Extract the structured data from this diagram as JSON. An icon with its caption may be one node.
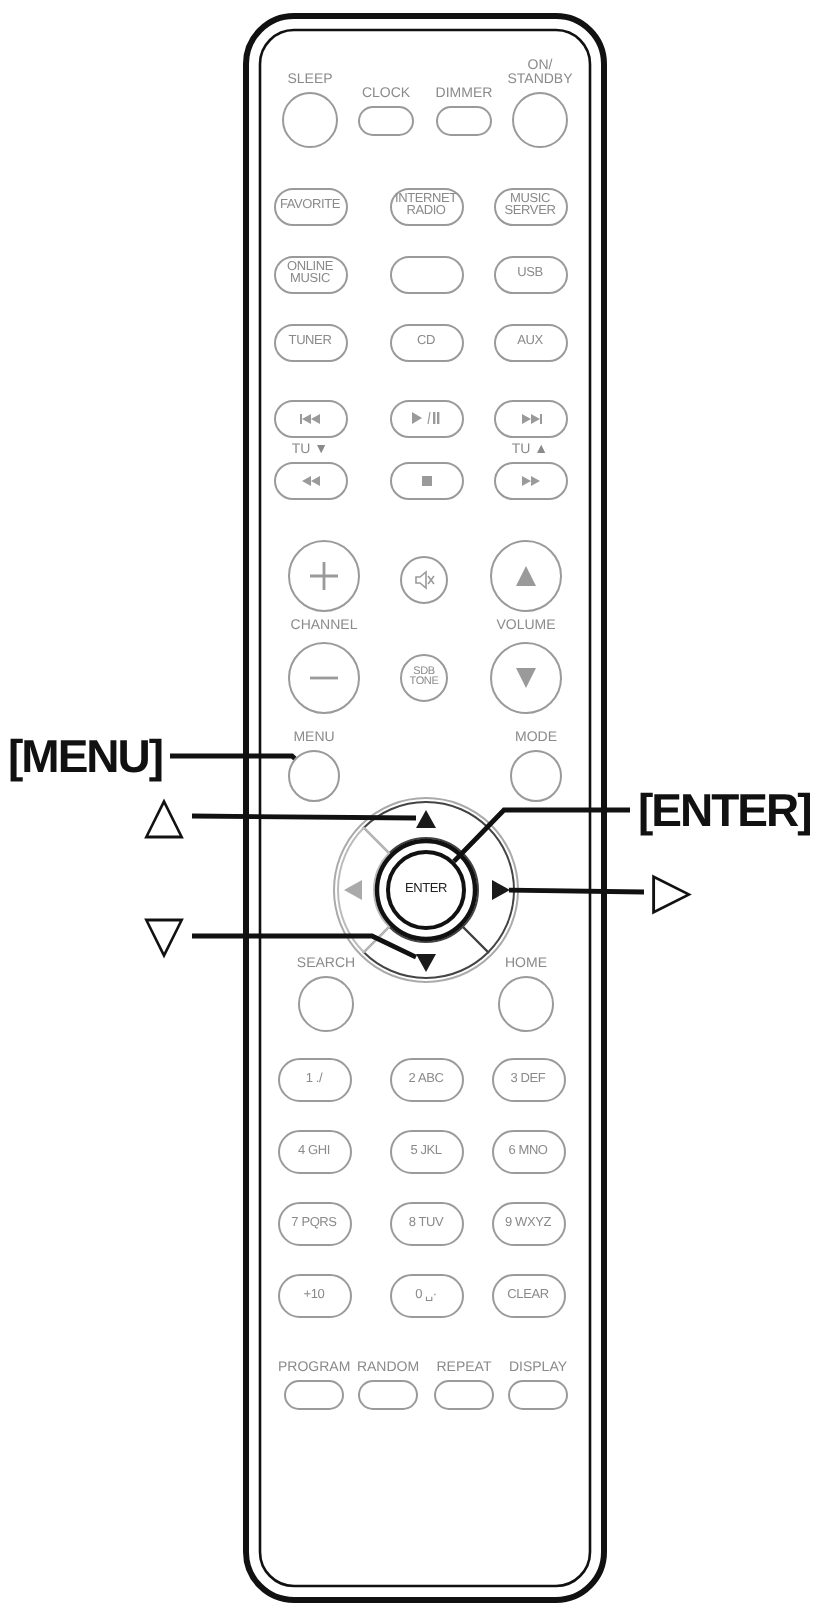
{
  "diagram": {
    "nodes": [
      {
        "text": [],
        "shape": "circle",
        "beside": [
          "SLEEP"
        ]
      },
      {
        "text": [],
        "shape": "oval",
        "beside": [
          "CLOCK"
        ]
      },
      {
        "text": [],
        "shape": "oval",
        "beside": [
          "DIMMER"
        ]
      },
      {
        "text": [],
        "shape": "circle",
        "beside": [
          "ON/ STANDBY"
        ]
      },
      {
        "text": [
          "FAVORITE"
        ]
      },
      {
        "text": [
          "INTERNET RADIO"
        ]
      },
      {
        "text": [
          "MUSIC SERVER"
        ]
      },
      {
        "text": [
          "ONLINE MUSIC"
        ]
      },
      {
        "text": [],
        "shape": "oval"
      },
      {
        "text": [
          "USB"
        ]
      },
      {
        "text": [
          "TUNER"
        ]
      },
      {
        "text": [
          "CD"
        ]
      },
      {
        "text": [
          "AUX"
        ]
      },
      {
        "text": [],
        "shape": "oval"
      },
      {
        "text": [],
        "shape": "oval"
      },
      {
        "text": [],
        "shape": "oval"
      },
      {
        "text": [],
        "shape": "oval",
        "beside": [
          "TU ▼"
        ]
      },
      {
        "text": [],
        "shape": "oval"
      },
      {
        "text": [],
        "shape": "oval",
        "beside": [
          "TU ▲"
        ]
      },
      {
        "text": [],
        "shape": "circle"
      },
      {
        "text": [],
        "shape": "circle"
      },
      {
        "text": [],
        "shape": "circle"
      },
      {
        "text": [],
        "shape": "circle"
      },
      {
        "text": [
          "SDB TONE"
        ]
      },
      {
        "text": [],
        "shape": "circle"
      },
      {
        "text": [],
        "shape": "circle",
        "beside": [
          "MENU"
        ]
      },
      {
        "text": [],
        "shape": "circle",
        "beside": [
          "MODE"
        ]
      },
      {
        "text": [
          "[MENU]"
        ]
      },
      {
        "text": [
          "△"
        ]
      },
      {
        "text": [],
        "shape": "triangle"
      },
      {
        "text": [
          "[ENTER]"
        ]
      },
      {
        "text": [],
        "shape": "triangle"
      },
      {
        "text": [
          "ENTER"
        ]
      },
      {
        "text": [],
        "shape": "triangle"
      },
      {
        "text": [
          "▷"
        ]
      },
      {
        "text": [
          "▽"
        ]
      },
      {
        "text": [],
        "shape": "triangle"
      },
      {
        "text": [],
        "shape": "circle",
        "beside": [
          "SEARCH"
        ]
      },
      {
        "text": [],
        "shape": "circle",
        "beside": [
          "HOME"
        ]
      },
      {
        "text": [
          "1 ./"
        ]
      },
      {
        "text": [
          "2 ABC"
        ]
      },
      {
        "text": [
          "3 DEF"
        ]
      },
      {
        "text": [
          "4 GHI"
        ]
      },
      {
        "text": [
          "5 JKL"
        ]
      },
      {
        "text": [
          "6 MNO"
        ]
      },
      {
        "text": [
          "7 PQRS"
        ]
      },
      {
        "text": [
          "8 TUV"
        ]
      },
      {
        "text": [
          "9 WXYZ"
        ]
      },
      {
        "text": [
          "+10"
        ]
      },
      {
        "text": [
          "0 ␣·"
        ]
      },
      {
        "text": [
          "CLEAR"
        ]
      },
      {
        "text": [],
        "shape": "oval",
        "beside": [
          "PROGRAM"
        ]
      },
      {
        "text": [],
        "shape": "oval",
        "beside": [
          "RANDOM"
        ]
      },
      {
        "text": [],
        "shape": "oval",
        "beside": [
          "REPEAT"
        ]
      },
      {
        "text": [],
        "shape": "oval",
        "beside": [
          "DISPLAY"
        ]
      }
    ],
    "edges": [
      {
        "from": 27,
        "to": 25,
        "arrow": "none"
      },
      {
        "from": 28,
        "to": 29,
        "arrow": "none"
      },
      {
        "from": 30,
        "to": 32,
        "arrow": "none"
      },
      {
        "from": 34,
        "to": 33,
        "arrow": "none"
      },
      {
        "from": 35,
        "to": 36,
        "arrow": "none"
      }
    ],
    "labels": [
      "CHANNEL",
      "VOLUME"
    ]
  }
}
